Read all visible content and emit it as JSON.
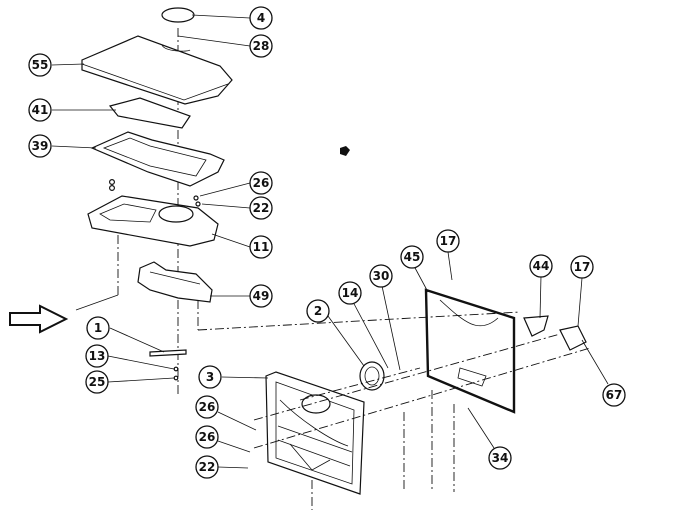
{
  "callouts": [
    {
      "id": "c4",
      "label": "4"
    },
    {
      "id": "c28",
      "label": "28"
    },
    {
      "id": "c55",
      "label": "55"
    },
    {
      "id": "c41",
      "label": "41"
    },
    {
      "id": "c39",
      "label": "39"
    },
    {
      "id": "c26a",
      "label": "26"
    },
    {
      "id": "c22a",
      "label": "22"
    },
    {
      "id": "c11",
      "label": "11"
    },
    {
      "id": "c49",
      "label": "49"
    },
    {
      "id": "c1",
      "label": "1"
    },
    {
      "id": "c13",
      "label": "13"
    },
    {
      "id": "c25",
      "label": "25"
    },
    {
      "id": "c3",
      "label": "3"
    },
    {
      "id": "c26b",
      "label": "26"
    },
    {
      "id": "c26c",
      "label": "26"
    },
    {
      "id": "c22b",
      "label": "22"
    },
    {
      "id": "c2",
      "label": "2"
    },
    {
      "id": "c14",
      "label": "14"
    },
    {
      "id": "c30",
      "label": "30"
    },
    {
      "id": "c45",
      "label": "45"
    },
    {
      "id": "c17a",
      "label": "17"
    },
    {
      "id": "c44",
      "label": "44"
    },
    {
      "id": "c17b",
      "label": "17"
    },
    {
      "id": "c67",
      "label": "67"
    },
    {
      "id": "c34",
      "label": "34"
    }
  ]
}
